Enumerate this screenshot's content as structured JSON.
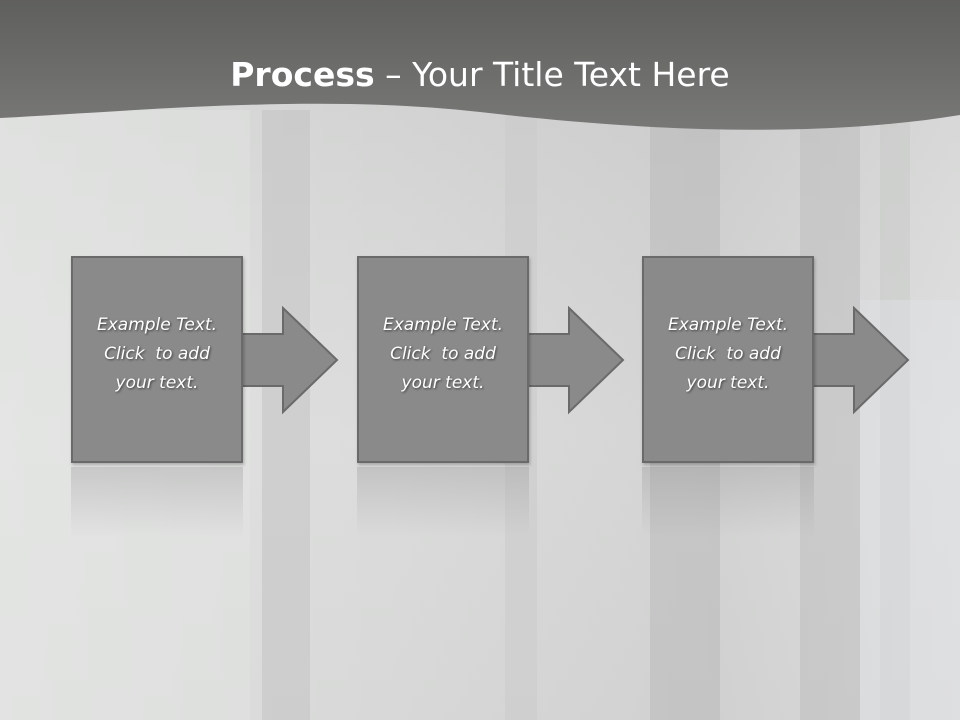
{
  "title": {
    "bold": "Process",
    "rest": " – Your Title Text Here"
  },
  "steps": [
    {
      "lines": [
        "Example Text.",
        "Click  to add",
        "your text."
      ]
    },
    {
      "lines": [
        "Example Text.",
        "Click  to add",
        "your text."
      ]
    },
    {
      "lines": [
        "Example Text.",
        "Click  to add",
        "your text."
      ]
    }
  ],
  "colors": {
    "header": "#6e6f6d",
    "box": "#8a8a8a",
    "box_border": "#6a6a6a",
    "text": "#ffffff"
  }
}
